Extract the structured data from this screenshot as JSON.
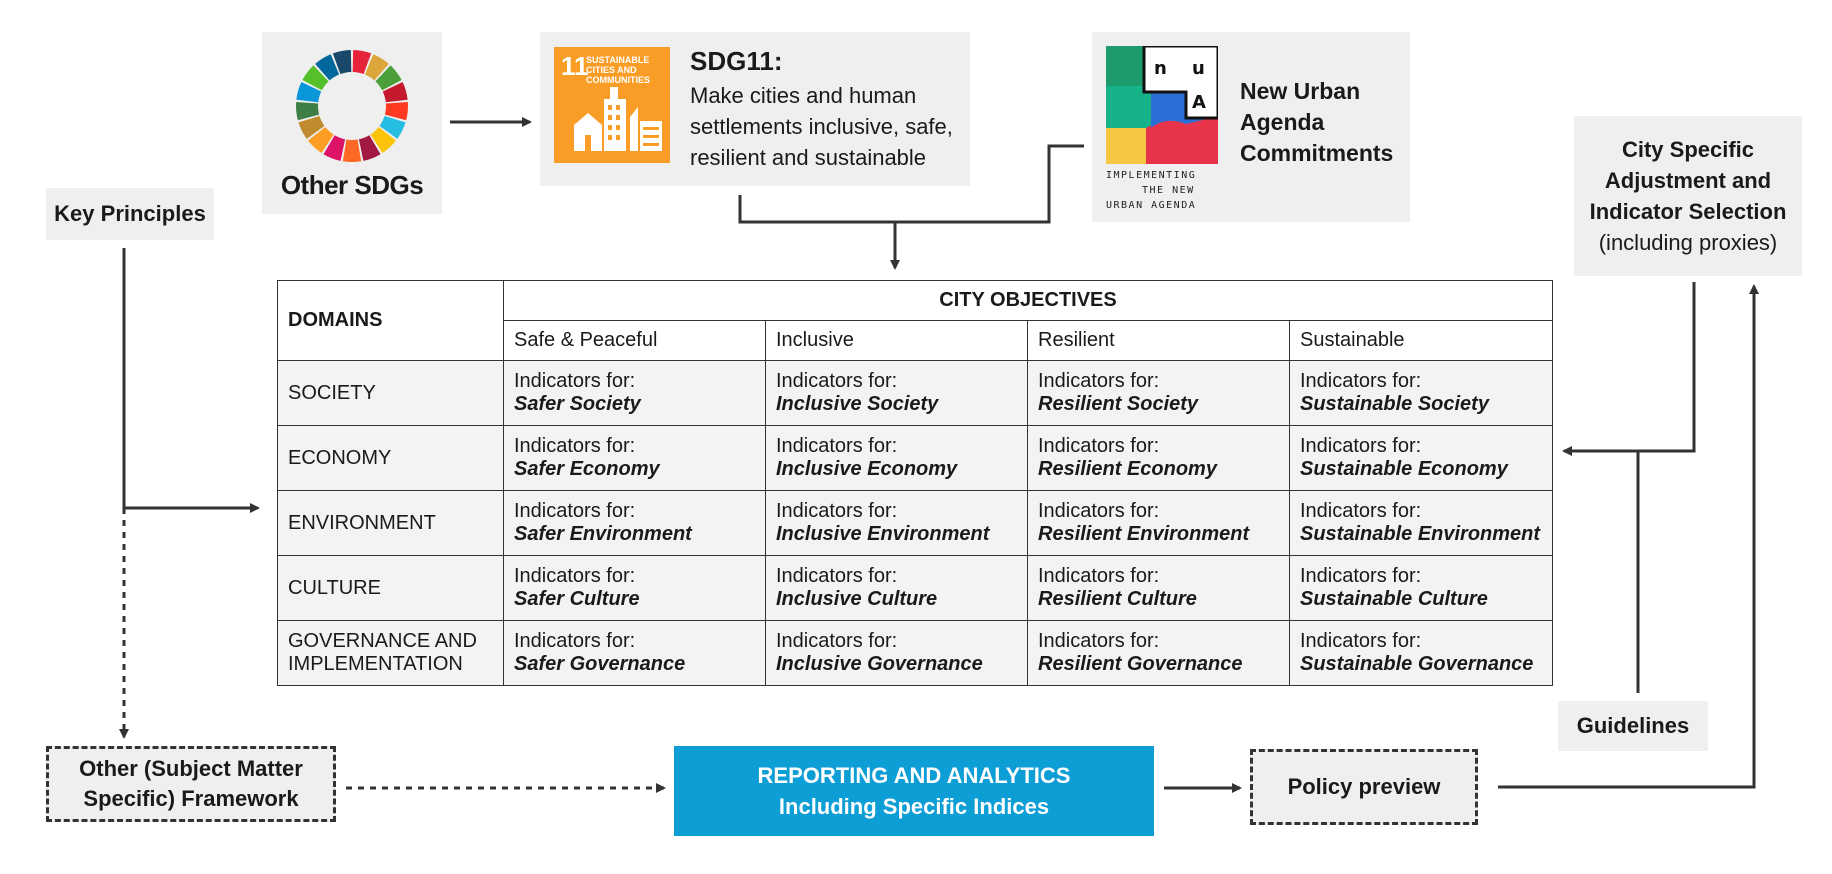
{
  "sdg_wheel": {
    "label": "Other SDGs",
    "icon": "sdg-wheel-icon"
  },
  "sdg11": {
    "icon_number": "11",
    "icon_caption": "SUSTAINABLE CITIES AND COMMUNITIES",
    "title": "SDG11:",
    "description": "Make cities and human settlements inclusive, safe, resilient and sustainable"
  },
  "nua": {
    "logo_caption": [
      "IMPLEMENTING",
      "THE NEW",
      "URBAN AGENDA"
    ],
    "title": "New Urban Agenda Commitments"
  },
  "key_principles": "Key Principles",
  "city_specific": {
    "line1": "City Specific",
    "line2": "Adjustment and",
    "line3": "Indicator Selection",
    "line4": "(including proxies)"
  },
  "table": {
    "domains_header": "DOMAINS",
    "objectives_header": "CITY OBJECTIVES",
    "columns": [
      "Safe & Peaceful",
      "Inclusive",
      "Resilient",
      "Sustainable"
    ],
    "indicator_prefix": "Indicators for:",
    "rows": [
      {
        "domain": "SOCIETY",
        "cells": [
          "Safer Society",
          "Inclusive Society",
          "Resilient Society",
          "Sustainable Society"
        ]
      },
      {
        "domain": "ECONOMY",
        "cells": [
          "Safer Economy",
          "Inclusive Economy",
          "Resilient Economy",
          "Sustainable Economy"
        ]
      },
      {
        "domain": "ENVIRONMENT",
        "cells": [
          "Safer Environment",
          "Inclusive Environment",
          "Resilient Environment",
          "Sustainable Environment"
        ]
      },
      {
        "domain": "CULTURE",
        "cells": [
          "Safer Culture",
          "Inclusive Culture",
          "Resilient Culture",
          "Sustainable Culture"
        ]
      },
      {
        "domain": "GOVERNANCE AND IMPLEMENTATION",
        "cells": [
          "Safer Governance",
          "Inclusive Governance",
          "Resilient Governance",
          "Sustainable Governance"
        ]
      }
    ]
  },
  "other_framework": {
    "line1": "Other (Subject Matter",
    "line2": "Specific) Framework"
  },
  "reporting": {
    "line1": "REPORTING AND ANALYTICS",
    "line2": "Including Specific Indices"
  },
  "policy_preview": "Policy preview",
  "guidelines": "Guidelines",
  "colors": {
    "reporting_blue": "#0e9ed6",
    "sdg11_orange": "#f99d26",
    "box_grey": "#efefef",
    "line": "#333333"
  }
}
